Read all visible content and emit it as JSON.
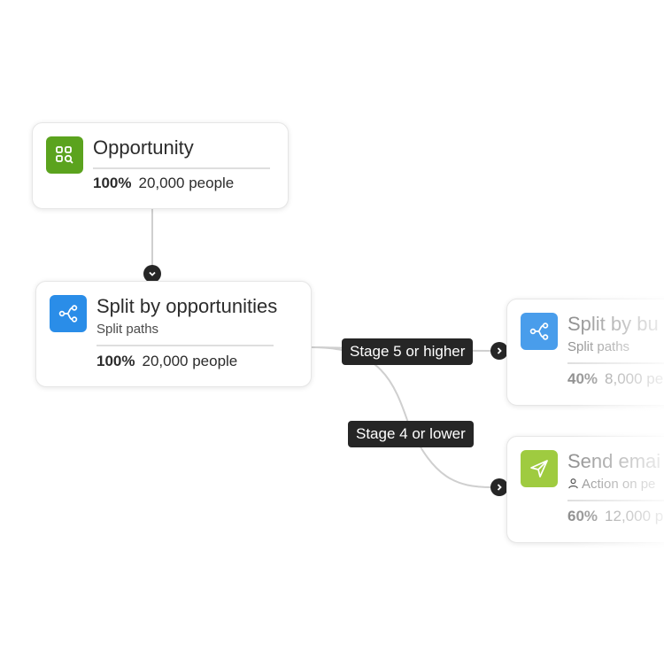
{
  "nodes": {
    "opportunity": {
      "title": "Opportunity",
      "pct": "100%",
      "count": "20,000 people",
      "icon": "audience-search-icon",
      "color": "#5ba31e"
    },
    "split_opportunities": {
      "title": "Split by opportunities",
      "subtitle": "Split paths",
      "pct": "100%",
      "count": "20,000 people",
      "icon": "split-paths-icon",
      "color": "#2a8de8"
    },
    "split_buyer": {
      "title": "Split by bu",
      "subtitle": "Split paths",
      "pct": "40%",
      "count": "8,000 pe",
      "icon": "split-paths-icon",
      "color": "#2a8de8"
    },
    "send_email": {
      "title": "Send emai",
      "subtitle": "Action on pe",
      "pct": "60%",
      "count": "12,000 pe",
      "icon": "send-icon",
      "color": "#8fc31f"
    }
  },
  "edges": {
    "stage5": "Stage 5 or higher",
    "stage4": "Stage 4 or lower"
  }
}
